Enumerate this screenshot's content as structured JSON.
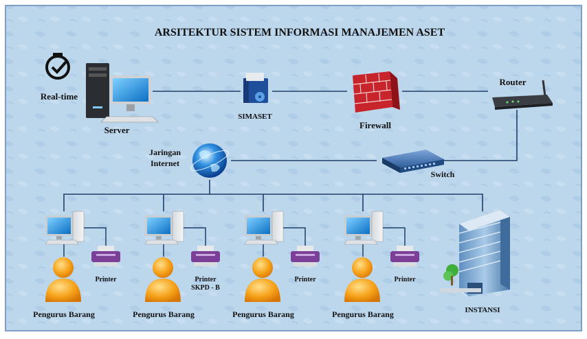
{
  "title": "ARSITEKTUR SISTEM INFORMASI MANAJEMEN ASET",
  "nodes": {
    "realtime": "Real-time",
    "server": "Server",
    "simaset": "SIMASET",
    "firewall": "Firewall",
    "router": "Router",
    "internet_line1": "Jaringan",
    "internet_line2": "Internet",
    "switch": "Switch",
    "instansi": "INSTANSI"
  },
  "stations": [
    {
      "user": "Pengurus Barang",
      "printer": "Printer",
      "printer_sub": ""
    },
    {
      "user": "Pengurus Barang",
      "printer": "Printer",
      "printer_sub": "SKPD - B"
    },
    {
      "user": "Pengurus Barang",
      "printer": "Printer",
      "printer_sub": ""
    },
    {
      "user": "Pengurus Barang",
      "printer": "Printer",
      "printer_sub": ""
    }
  ],
  "colors": {
    "background": "#bcd6ec",
    "border": "#7e9fc7",
    "line": "#1f3f6a",
    "firewall": "#c8242b",
    "user": "#f39b14",
    "printer": "#7b3f98"
  }
}
